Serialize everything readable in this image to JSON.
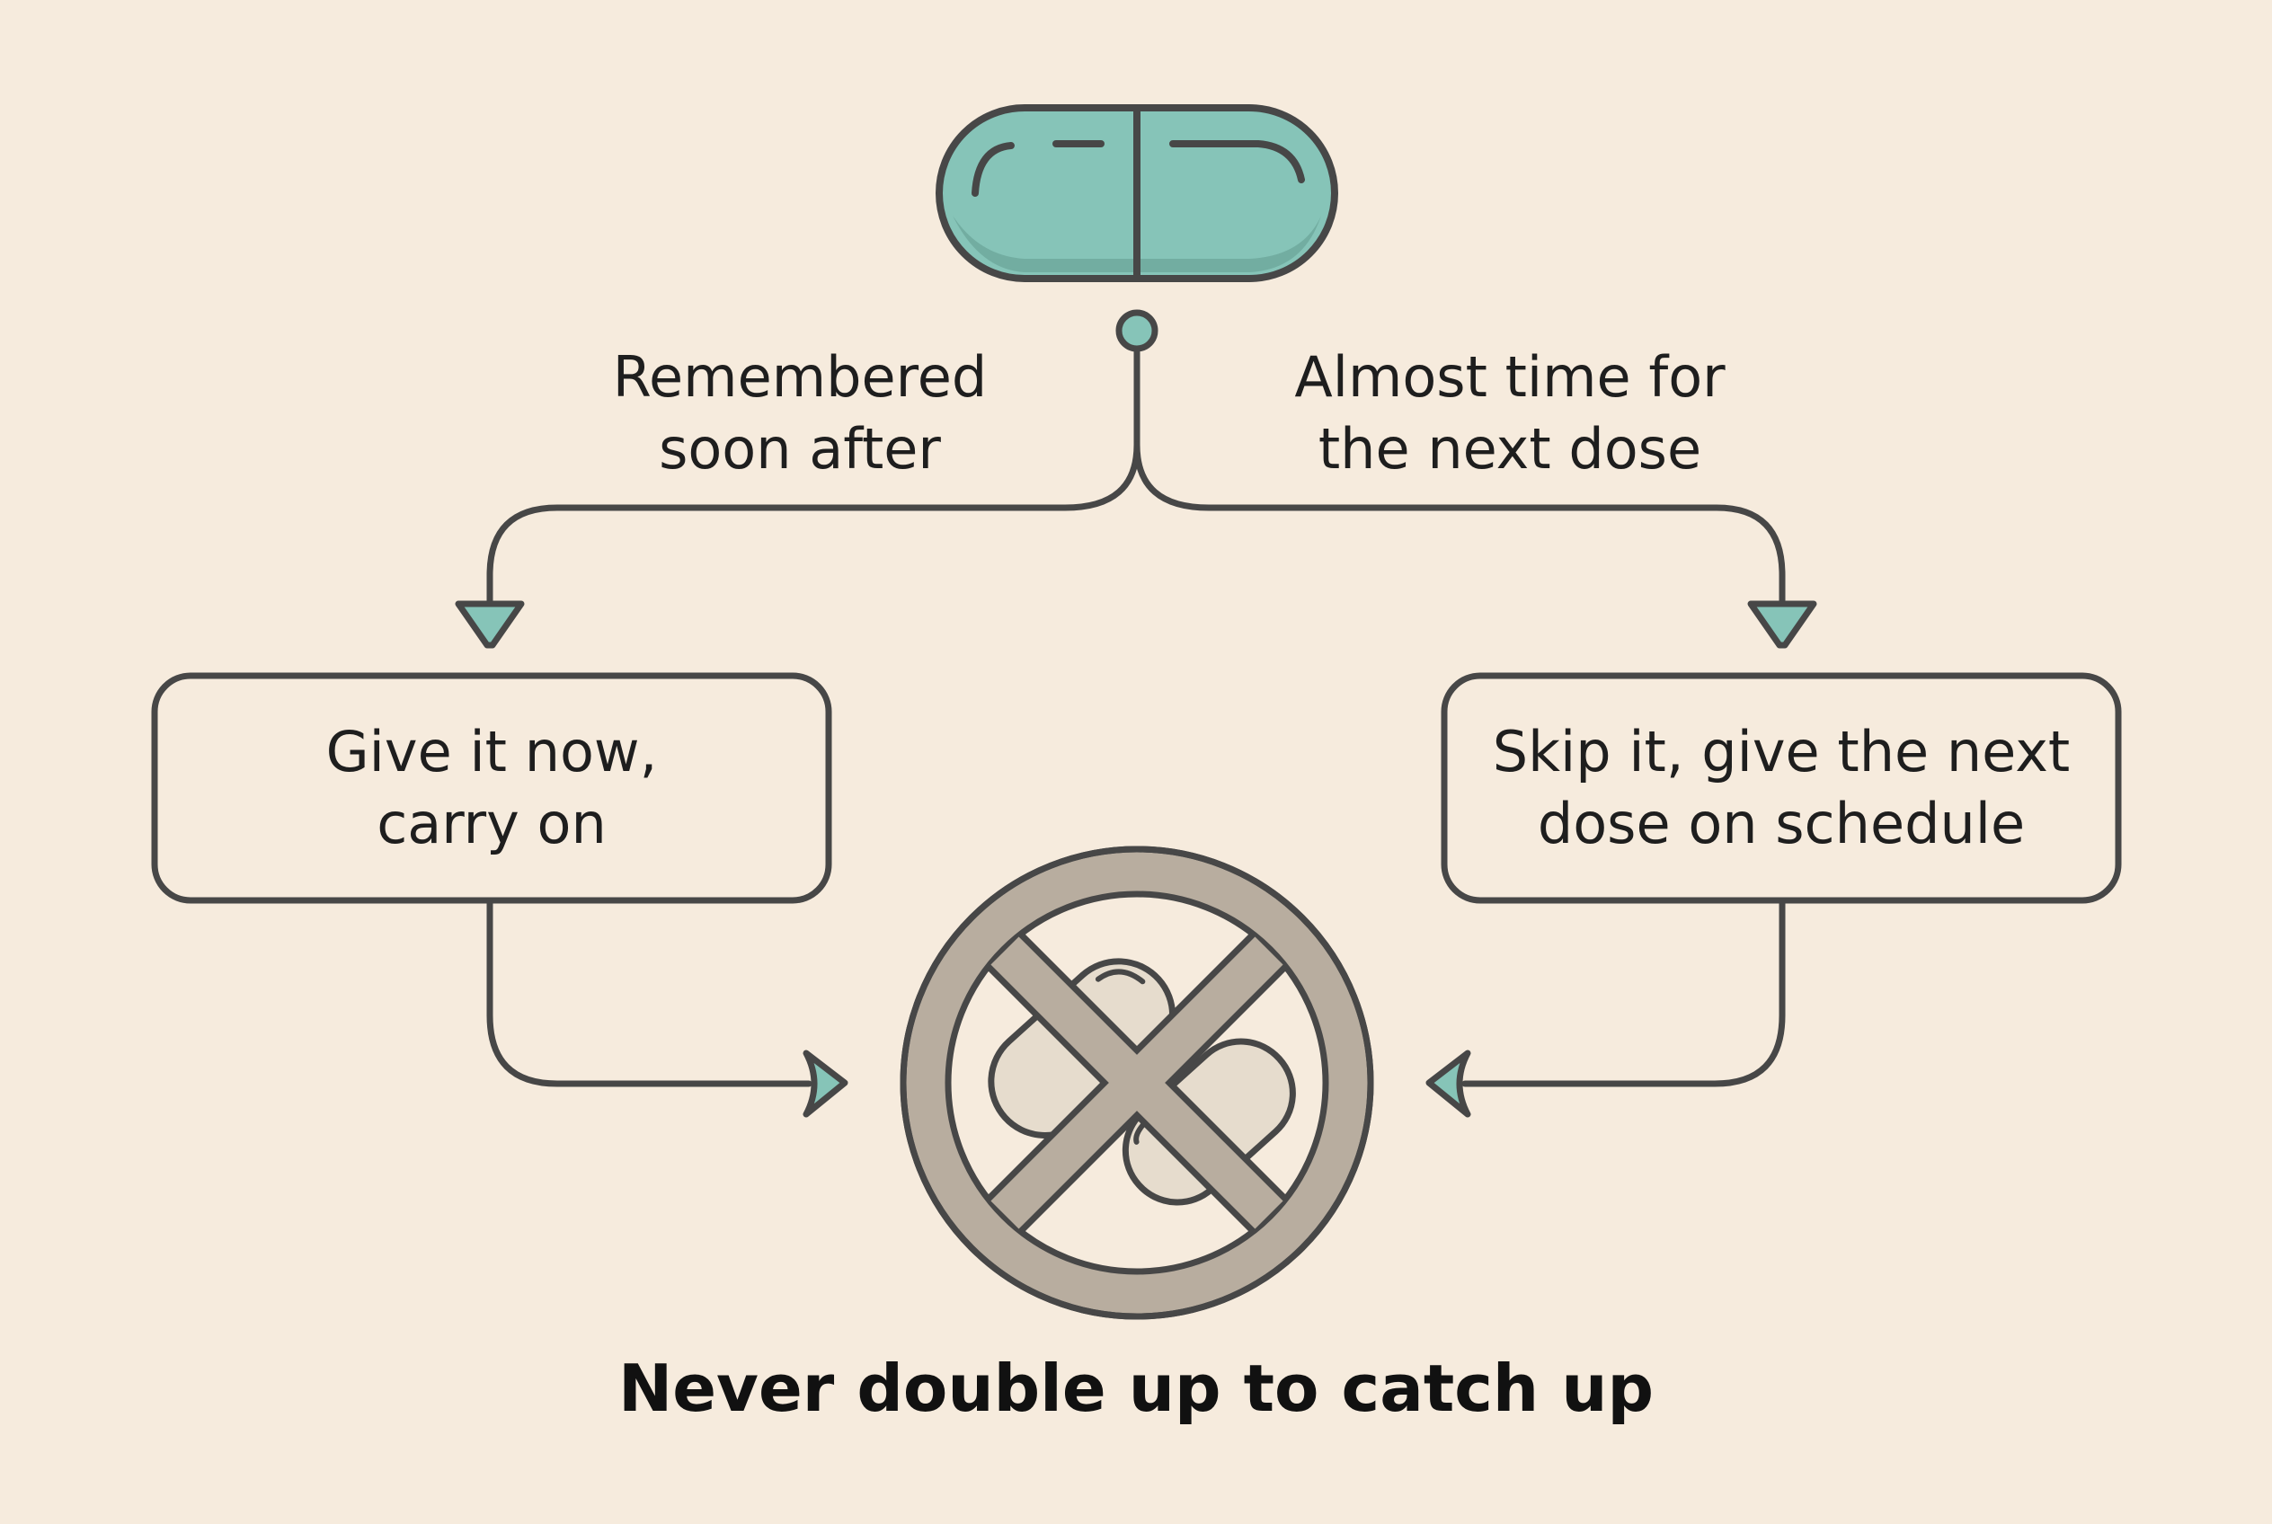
{
  "diagram": {
    "branch_left_label": "Remembered\nsoon after",
    "branch_right_label": "Almost time for\nthe next dose",
    "box_left_text": "Give it now,\ncarry on",
    "box_right_text": "Skip it, give the next\ndose on schedule",
    "footer_text": "Never double up to catch up"
  },
  "icons": {
    "top": "pill-capsule-icon",
    "center": "no-double-dose-icon"
  },
  "colors": {
    "background": "#f6ebdd",
    "stroke": "#474747",
    "teal": "#86c4b8",
    "teal_shadow": "#72ada1",
    "prohibit_grey": "#b8ad9f",
    "pill_faded": "#e6dccd"
  }
}
